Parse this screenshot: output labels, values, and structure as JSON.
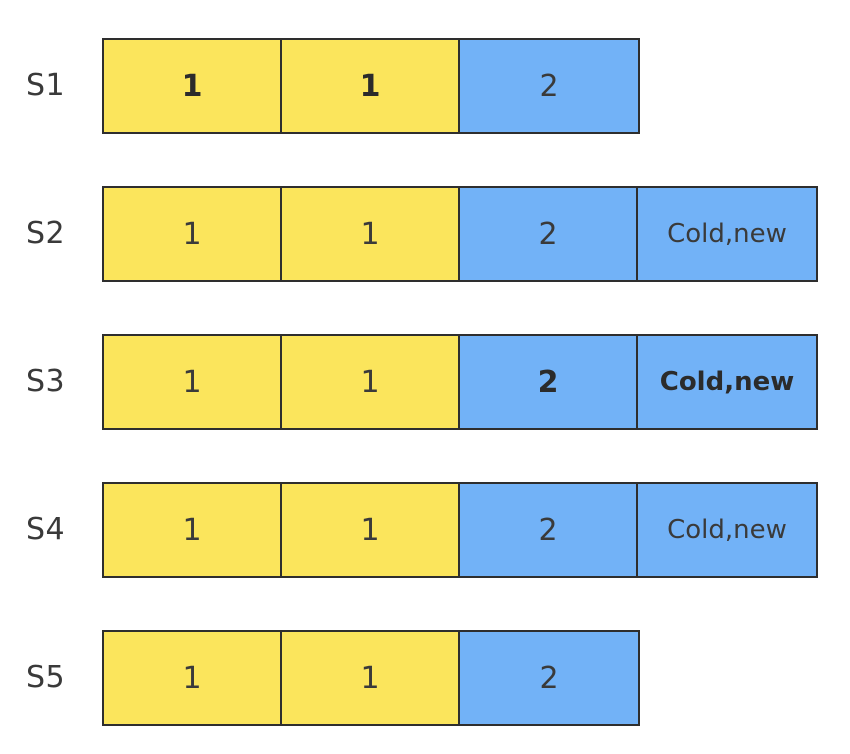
{
  "colors": {
    "yellow": "#fbe55c",
    "blue": "#72b2f7",
    "border": "#2e2e2e",
    "text": "#3a3a3a"
  },
  "rows": [
    {
      "label": "S1",
      "cells": [
        {
          "text": "1",
          "color": "yellow",
          "bold": true
        },
        {
          "text": "1",
          "color": "yellow",
          "bold": true
        },
        {
          "text": "2",
          "color": "blue",
          "bold": false
        }
      ]
    },
    {
      "label": "S2",
      "cells": [
        {
          "text": "1",
          "color": "yellow",
          "bold": false
        },
        {
          "text": "1",
          "color": "yellow",
          "bold": false
        },
        {
          "text": "2",
          "color": "blue",
          "bold": false
        },
        {
          "text": "Cold,new",
          "color": "blue",
          "bold": false
        }
      ]
    },
    {
      "label": "S3",
      "cells": [
        {
          "text": "1",
          "color": "yellow",
          "bold": false
        },
        {
          "text": "1",
          "color": "yellow",
          "bold": false
        },
        {
          "text": "2",
          "color": "blue",
          "bold": true
        },
        {
          "text": "Cold,new",
          "color": "blue",
          "bold": true
        }
      ]
    },
    {
      "label": "S4",
      "cells": [
        {
          "text": "1",
          "color": "yellow",
          "bold": false
        },
        {
          "text": "1",
          "color": "yellow",
          "bold": false
        },
        {
          "text": "2",
          "color": "blue",
          "bold": false
        },
        {
          "text": "Cold,new",
          "color": "blue",
          "bold": false
        }
      ]
    },
    {
      "label": "S5",
      "cells": [
        {
          "text": "1",
          "color": "yellow",
          "bold": false
        },
        {
          "text": "1",
          "color": "yellow",
          "bold": false
        },
        {
          "text": "2",
          "color": "blue",
          "bold": false
        }
      ]
    }
  ]
}
